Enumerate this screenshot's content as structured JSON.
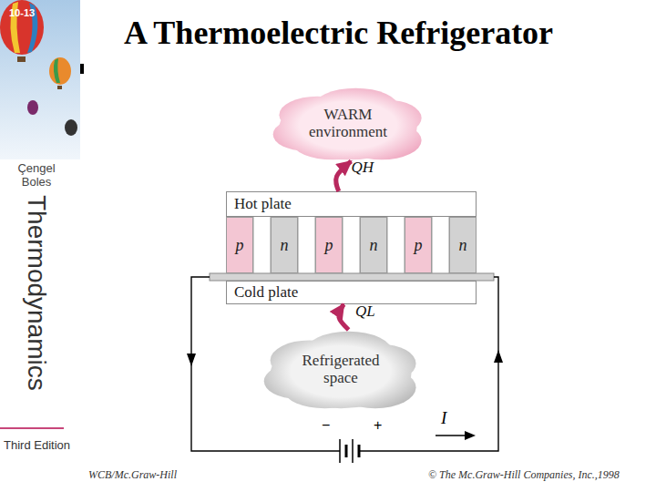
{
  "diagram": {
    "title": "A Thermoelectric Refrigerator",
    "nodes": [
      {
        "text": [
          "WARM environment"
        ]
      },
      {
        "text": [
          "Hot plate"
        ]
      },
      {
        "text": [
          "p"
        ]
      },
      {
        "text": [
          "n"
        ]
      },
      {
        "text": [
          "p"
        ]
      },
      {
        "text": [
          "n"
        ]
      },
      {
        "text": [
          "p"
        ]
      },
      {
        "text": [
          "n"
        ]
      },
      {
        "text": [
          "Cold plate"
        ]
      },
      {
        "text": [
          "Refrigerated space"
        ]
      }
    ],
    "edges": [
      {
        "from": 1,
        "to": 0,
        "arrow": "to",
        "label": "QH"
      },
      {
        "from": 9,
        "to": 8,
        "arrow": "to",
        "label": "QL"
      }
    ],
    "labels": [
      "10-13",
      "Çengel Boles",
      "Thermodynamics",
      "Third Edition",
      "−",
      "+",
      "I",
      "WCB/Mc.Graw-Hill",
      "© The Mc.Graw-Hill Companies, Inc.,1998"
    ]
  }
}
